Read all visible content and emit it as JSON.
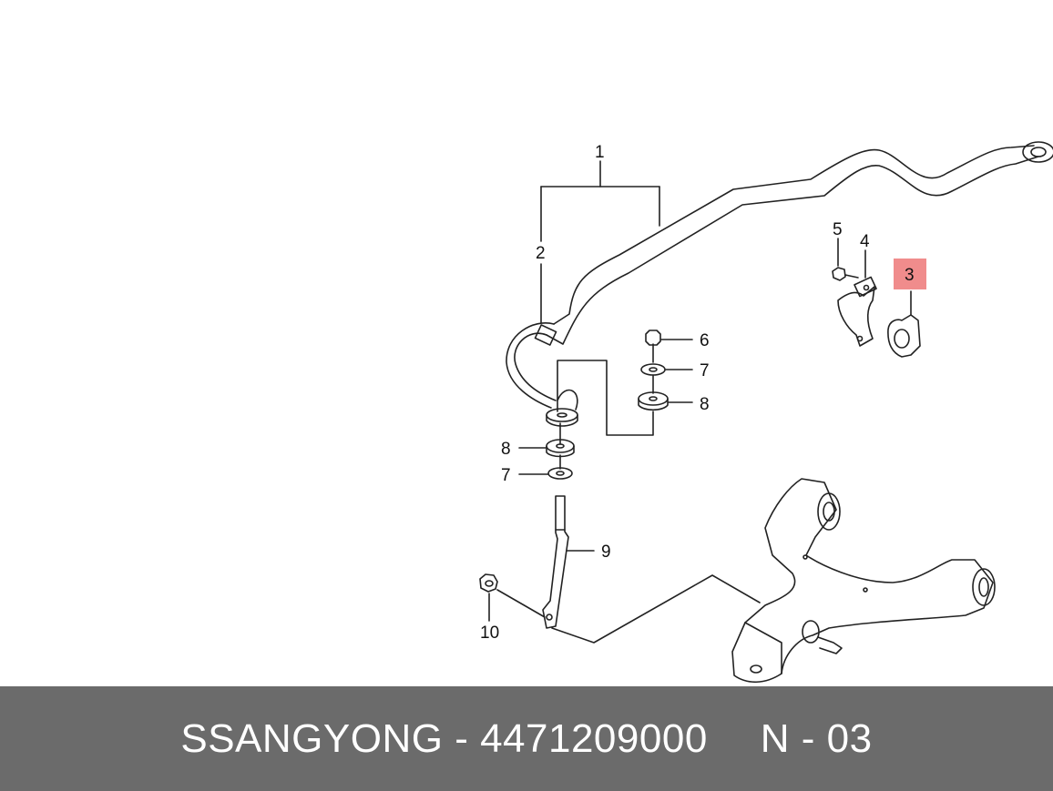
{
  "colors": {
    "highlight": "#f08c8c",
    "footer_bg": "#6b6b6b",
    "footer_text": "#ffffff",
    "line": "#222222"
  },
  "callouts": [
    {
      "id": "c1",
      "label": "1",
      "part": "stabilizer-bar-assembly"
    },
    {
      "id": "c2",
      "label": "2",
      "part": "stabilizer-bar"
    },
    {
      "id": "c3",
      "label": "3",
      "part": "stabilizer-bushing",
      "highlighted": true
    },
    {
      "id": "c4",
      "label": "4",
      "part": "bushing-bracket"
    },
    {
      "id": "c5",
      "label": "5",
      "part": "bolt"
    },
    {
      "id": "c6",
      "label": "6",
      "part": "nut"
    },
    {
      "id": "c7a",
      "label": "7",
      "part": "washer"
    },
    {
      "id": "c8a",
      "label": "8",
      "part": "rubber-bushing"
    },
    {
      "id": "c8b",
      "label": "8",
      "part": "rubber-bushing"
    },
    {
      "id": "c7b",
      "label": "7",
      "part": "washer"
    },
    {
      "id": "c9",
      "label": "9",
      "part": "stabilizer-link"
    },
    {
      "id": "c10",
      "label": "10",
      "part": "nut"
    }
  ],
  "footer": {
    "brand_part": "SSANGYONG - 4471209000",
    "reference": "N - 03"
  }
}
